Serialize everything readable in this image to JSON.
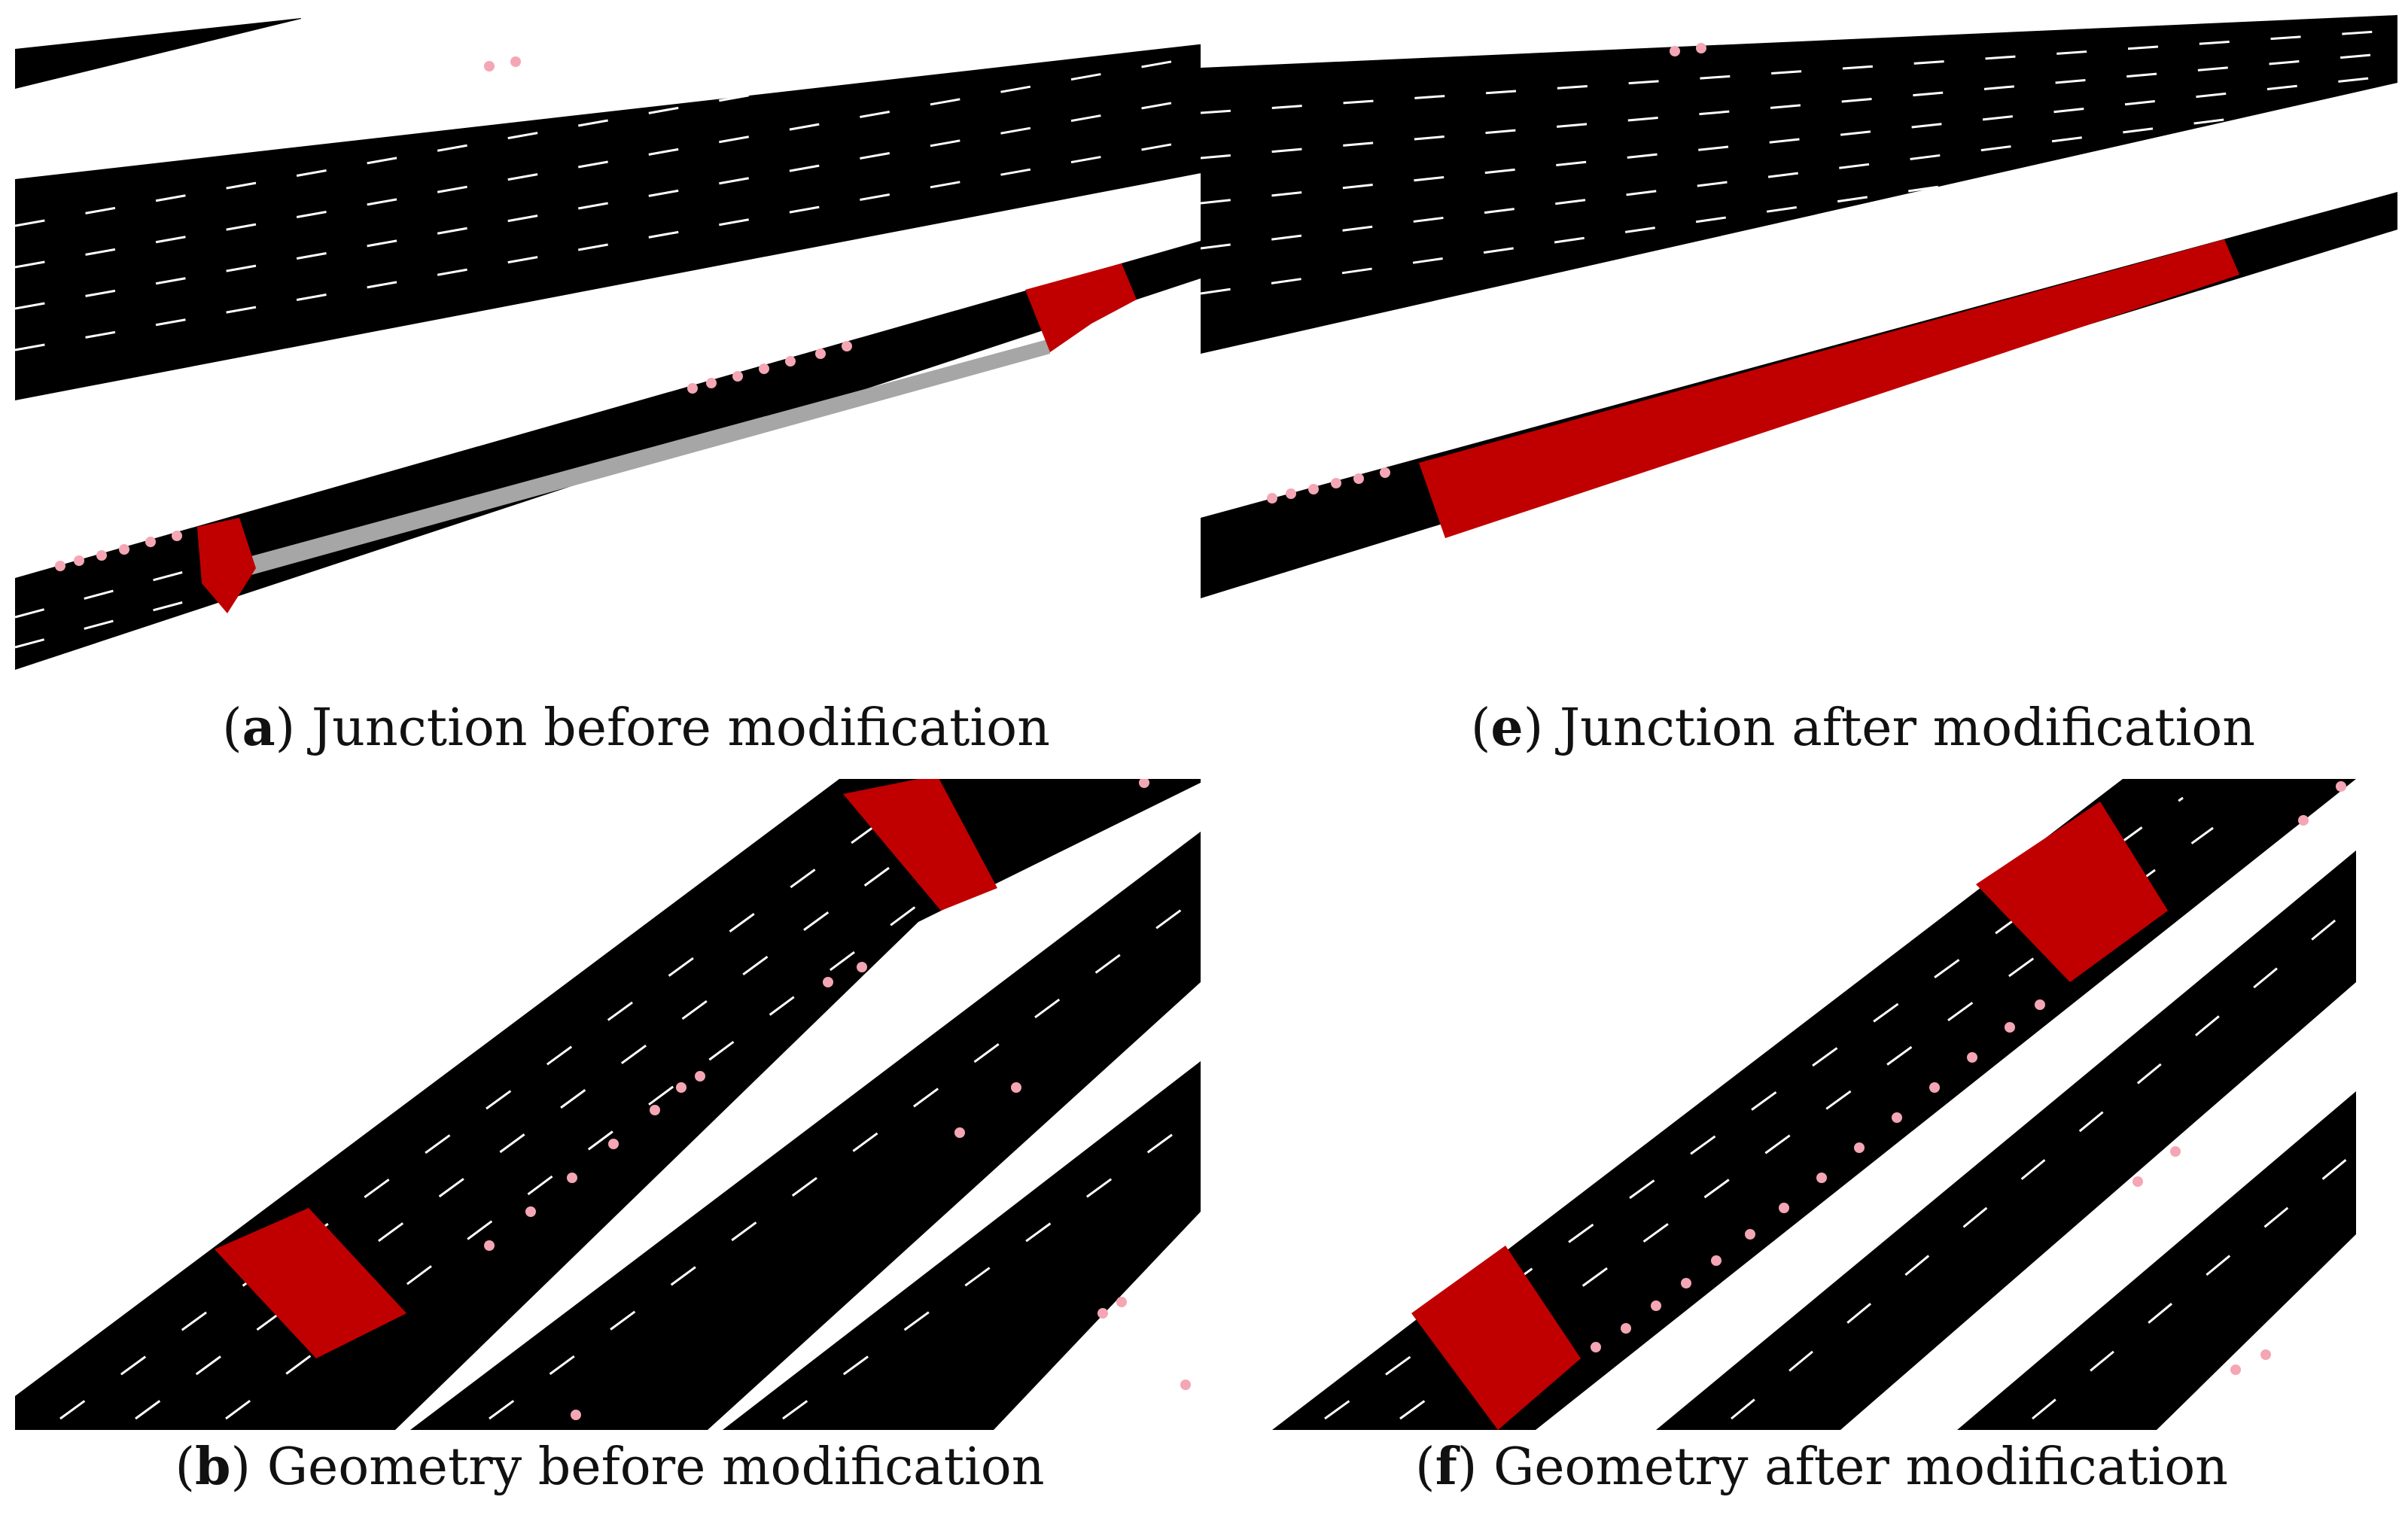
{
  "panels": [
    {
      "id": "a",
      "letter": "a",
      "caption": "Junction before modification"
    },
    {
      "id": "e",
      "letter": "e",
      "caption": "Junction after modification"
    },
    {
      "id": "b",
      "letter": "b",
      "caption": "Geometry before modification"
    },
    {
      "id": "f",
      "letter": "f",
      "caption": "Geometry after modification"
    }
  ],
  "colors": {
    "road": "#000000",
    "lane_marking": "#ffffff",
    "junction": "#c00000",
    "sidewalk": "#a6a6a6",
    "marker": "#f4a6b4",
    "background": "#ffffff"
  }
}
